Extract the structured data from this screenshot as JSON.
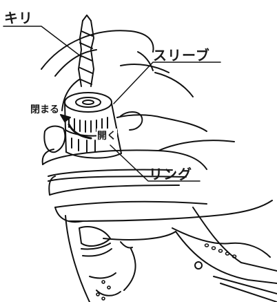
{
  "labels": {
    "bit": "キリ",
    "sleeve": "スリーブ",
    "ring": "リング",
    "close": "閉まる",
    "open": "開く"
  }
}
